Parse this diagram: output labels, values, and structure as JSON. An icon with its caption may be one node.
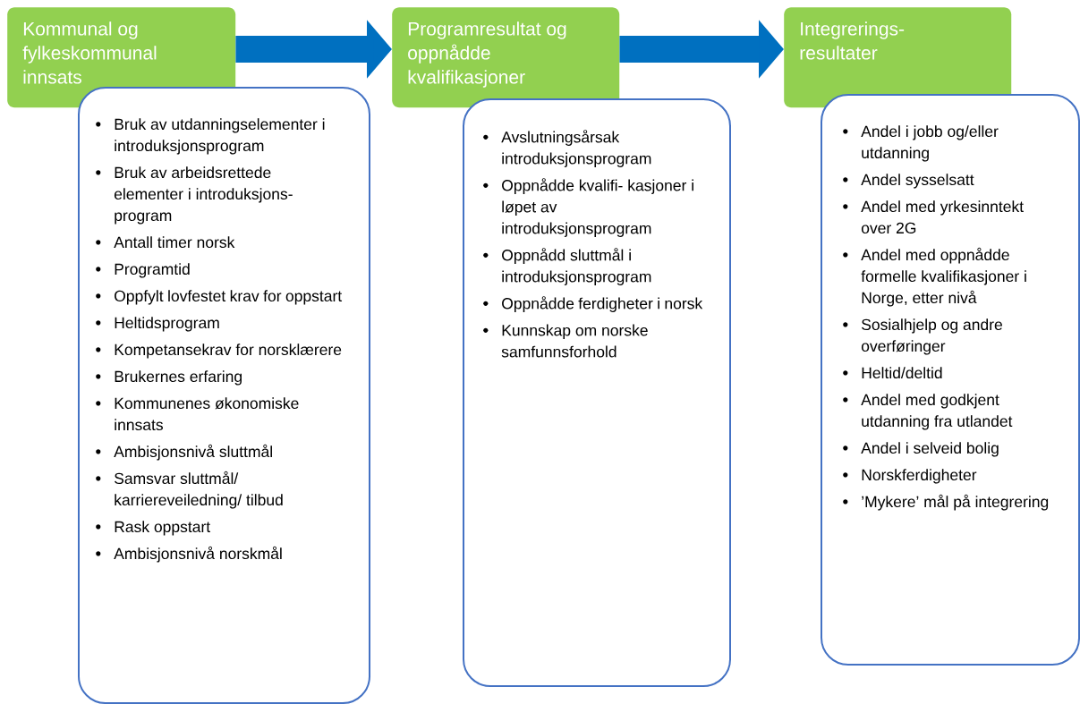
{
  "diagram": {
    "nodes": [
      {
        "text": [
          "Kommunal og fylkeskommunal innsats"
        ]
      },
      {
        "text": [
          "Bruk av utdanningselementer i introduksjonsprogram",
          "Bruk av arbeidsrettede elementer i introduksjons- program",
          "Antall timer norsk",
          "Programtid",
          "Oppfylt lovfestet krav for oppstart",
          "Heltidsprogram",
          "Kompetansekrav for norsklærere",
          "Brukernes erfaring",
          "Kommunenes økonomiske innsats",
          "Ambisjonsnivå sluttmål",
          "Samsvar sluttmål/ karriereveiledning/ tilbud",
          "Rask oppstart",
          "Ambisjonsnivå norskmål"
        ]
      },
      {
        "text": [
          "Programresultat og oppnådde kvalifikasjoner"
        ]
      },
      {
        "text": [
          "Avslutningsårsak introduksjonsprogram",
          "Oppnådde kvalifi- kasjoner i løpet av introduksjonsprogram",
          "Oppnådd sluttmål i introduksjonsprogram",
          "Oppnådde ferdigheter i norsk",
          "Kunnskap om norske samfunnsforhold"
        ]
      },
      {
        "text": [
          "Integrerings- resultater"
        ]
      },
      {
        "text": [
          "Andel i jobb og/eller utdanning",
          "Andel sysselsatt",
          "Andel med yrkesinntekt over 2G",
          "Andel med oppnådde formelle kvalifikasjoner i Norge, etter nivå",
          "Sosialhjelp og andre overføringer",
          "Heltid/deltid",
          "Andel med godkjent utdanning fra utlandet",
          "Andel i selveid bolig",
          "Norskferdigheter",
          "’Mykere’ mål på integrering"
        ]
      }
    ],
    "edges": [
      {
        "from": 0,
        "to": 2,
        "arrow": "to"
      },
      {
        "from": 2,
        "to": 4,
        "arrow": "to"
      }
    ]
  }
}
